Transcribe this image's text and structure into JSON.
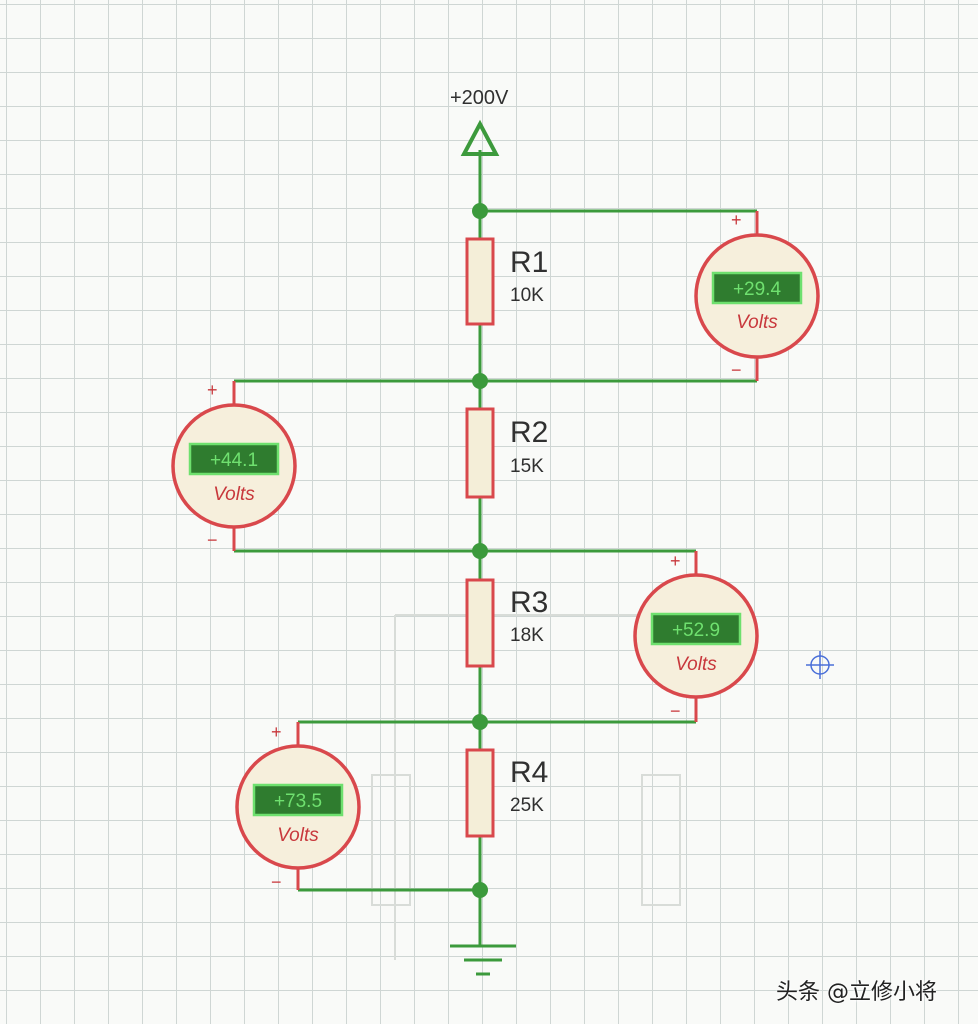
{
  "supply": {
    "label": "+200V"
  },
  "resistors": [
    {
      "name": "R1",
      "value": "10K"
    },
    {
      "name": "R2",
      "value": "15K"
    },
    {
      "name": "R3",
      "value": "18K"
    },
    {
      "name": "R4",
      "value": "25K"
    }
  ],
  "meters": [
    {
      "id": "r1",
      "reading": "+29.4",
      "unit": "Volts",
      "plus": "+",
      "minus": "−"
    },
    {
      "id": "r2",
      "reading": "+44.1",
      "unit": "Volts",
      "plus": "+",
      "minus": "−"
    },
    {
      "id": "r3",
      "reading": "+52.9",
      "unit": "Volts",
      "plus": "+",
      "minus": "−"
    },
    {
      "id": "r4",
      "reading": "+73.5",
      "unit": "Volts",
      "plus": "+",
      "minus": "−"
    }
  ],
  "watermark": "头条 @立修小将",
  "colors": {
    "wire": "#3c9a3c",
    "component": "#d9484c",
    "display": "#2f7c2f"
  }
}
